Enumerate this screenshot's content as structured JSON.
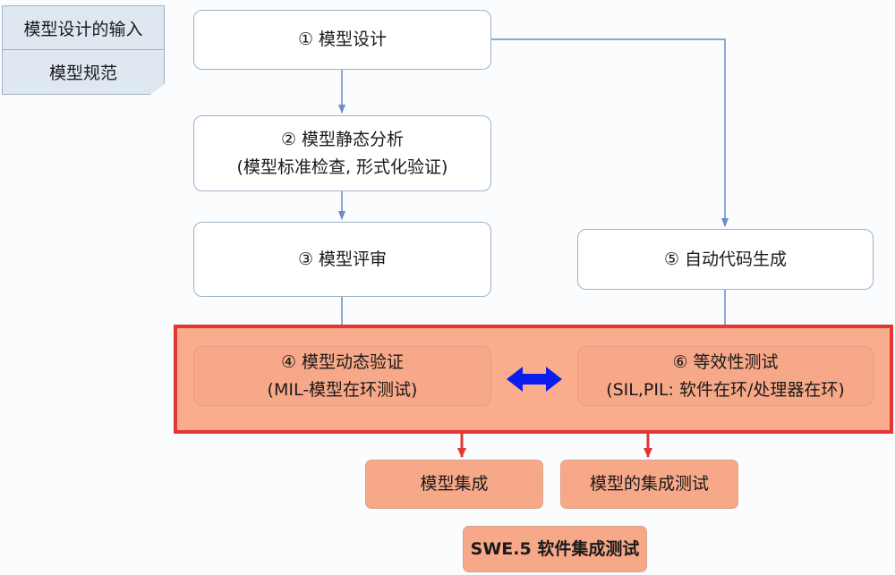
{
  "input_note": {
    "title": "模型设计的输入",
    "item": "模型规范"
  },
  "steps": {
    "design": "① 模型设计",
    "static_analysis": {
      "line1": "② 模型静态分析",
      "line2": "(模型标准检查, 形式化验证)"
    },
    "review": "③ 模型评审",
    "dynamic_verification": {
      "line1": "④ 模型动态验证",
      "line2": "(MIL-模型在环测试)"
    },
    "code_generation": "⑤ 自动代码生成",
    "equivalence_test": {
      "line1": "⑥ 等效性测试",
      "line2": "(SIL,PIL: 软件在环/处理器在环)"
    }
  },
  "outputs": {
    "integration": "模型集成",
    "integration_test": "模型的集成测试"
  },
  "process": "SWE.5 软件集成测试",
  "colors": {
    "flow_arrow": "#6b8cc4",
    "red_frame": "#e53636",
    "double_arrow": "#0a1cf0",
    "salmon": "#f7a888"
  }
}
